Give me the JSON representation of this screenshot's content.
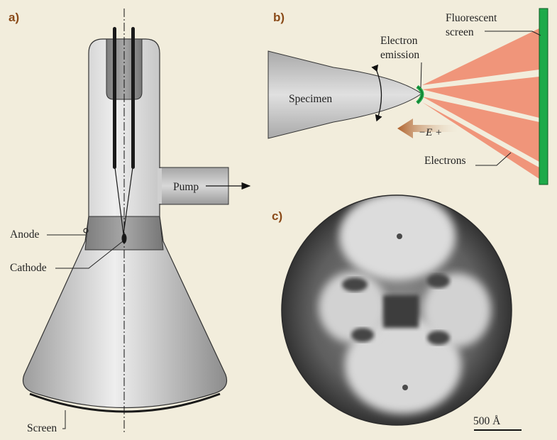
{
  "panels": {
    "a": {
      "letter": "a)",
      "labels": {
        "pump": "Pump",
        "anode": "Anode",
        "cathode": "Cathode",
        "screen": "Screen"
      }
    },
    "b": {
      "letter": "b)",
      "labels": {
        "fluorescent_line1": "Fluorescent",
        "fluorescent_line2": "screen",
        "emission_line1": "Electron",
        "emission_line2": "emission",
        "specimen": "Specimen",
        "field": "−E +",
        "electrons": "Electrons"
      }
    },
    "c": {
      "letter": "c)",
      "scale_bar": "500 Å"
    }
  },
  "colors": {
    "background": "#f2eddc",
    "panel_letter": "#8a4a18",
    "screen_green": "#1faa4a",
    "electron_cone": "#f0957a",
    "field_arrow": "#b86b3a",
    "glass_gray": "#c9c9c9"
  }
}
